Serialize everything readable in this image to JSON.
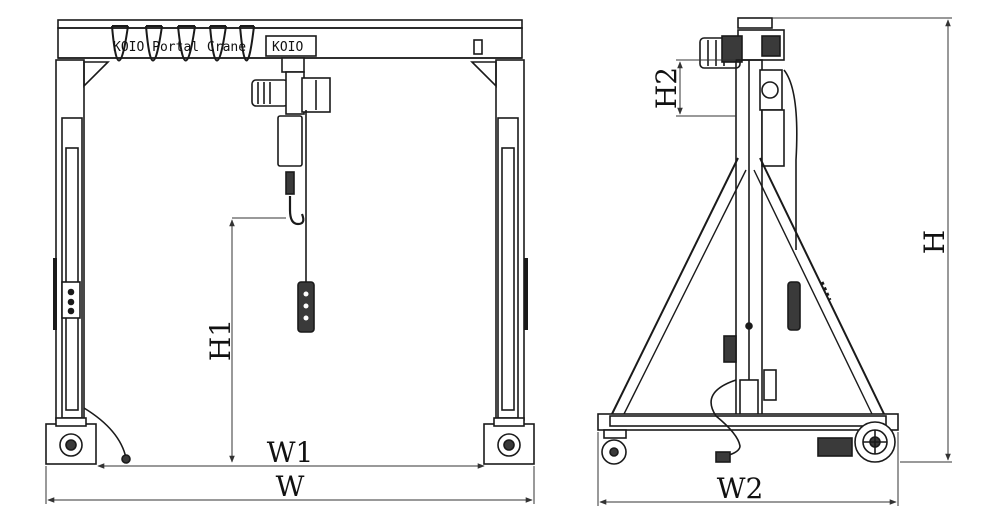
{
  "beam_text": "KOIO Portal Crane",
  "hoist_badge": "KOIO",
  "dimensions": {
    "w1": "W1",
    "w": "W",
    "h1": "H1",
    "h2": "H2",
    "h": "H",
    "w2": "W2"
  },
  "colors": {
    "line": "#1a1a1a",
    "dim": "#333333",
    "fill": "#ffffff",
    "shade": "#3a3a3a"
  }
}
